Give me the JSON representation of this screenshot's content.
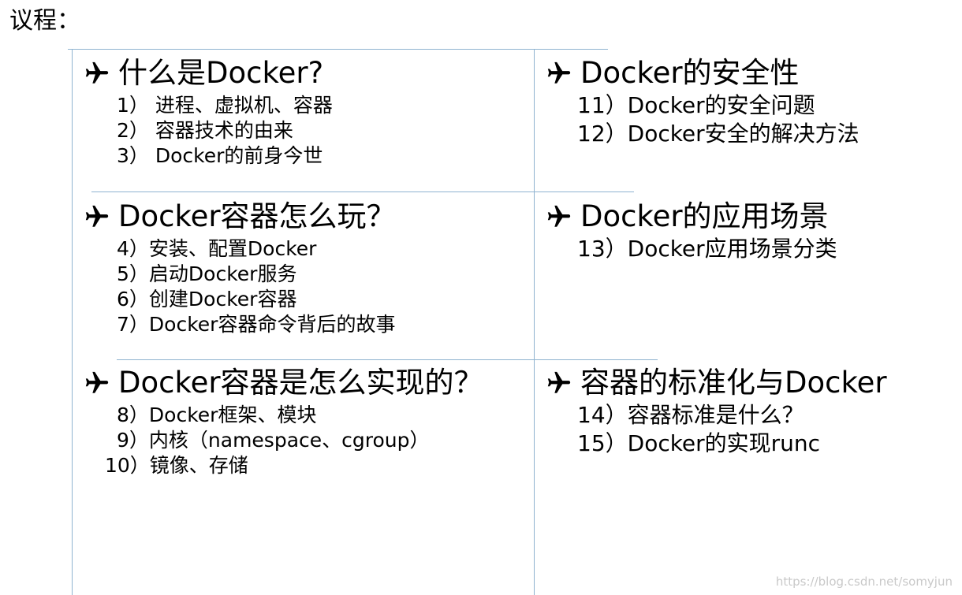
{
  "page": {
    "title": "议程："
  },
  "sections": [
    {
      "heading": "什么是Docker?",
      "icon": "airplane-icon",
      "items": [
        "1） 进程、虚拟机、容器",
        "2） 容器技术的由来",
        "3） Docker的前身今世"
      ]
    },
    {
      "heading": "Docker容器怎么玩？",
      "icon": "airplane-icon",
      "items": [
        "4）安装、配置Docker",
        "5）启动Docker服务",
        "6）创建Docker容器",
        "7）Docker容器命令背后的故事"
      ]
    },
    {
      "heading": "Docker容器是怎么实现的？",
      "icon": "airplane-icon",
      "items": [
        "8）Docker框架、模块",
        "9）内核（namespace、cgroup）",
        "10）镜像、存储"
      ]
    },
    {
      "heading": "Docker的安全性",
      "icon": "airplane-icon",
      "items": [
        "11）Docker的安全问题",
        "12）Docker安全的解决方法"
      ]
    },
    {
      "heading": "Docker的应用场景",
      "icon": "airplane-icon",
      "items": [
        "13）Docker应用场景分类"
      ]
    },
    {
      "heading": "容器的标准化与Docker",
      "icon": "airplane-icon",
      "items": [
        "14）容器标准是什么？",
        "15）Docker的实现runc"
      ]
    }
  ],
  "watermark": "https://blog.csdn.net/somyjun",
  "colors": {
    "rule": "#8fb3d0",
    "text": "#000000",
    "watermark": "#c9c9c9"
  }
}
